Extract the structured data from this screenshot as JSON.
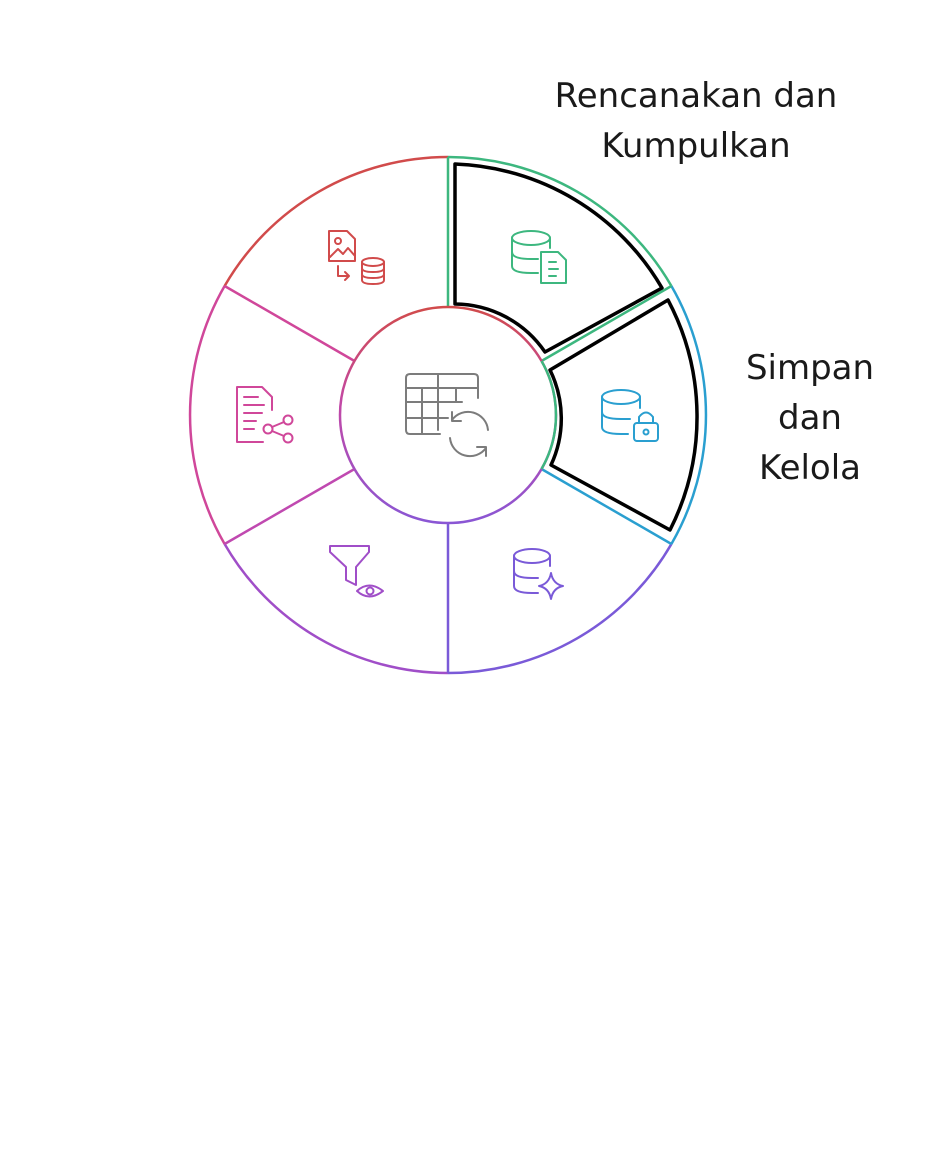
{
  "labels": {
    "plan_collect": [
      "Rencanakan dan",
      "Kumpulkan"
    ],
    "store_manage": [
      "Simpan",
      "dan",
      "Kelola"
    ]
  },
  "segments": [
    {
      "id": "plan-collect",
      "color": "#3db77f",
      "icon": "database-document-icon",
      "highlighted": true
    },
    {
      "id": "store-manage",
      "color": "#2a9fd0",
      "icon": "database-lock-icon",
      "highlighted": true
    },
    {
      "id": "enhance",
      "color": "#7a5ad8",
      "icon": "database-sparkle-icon",
      "highlighted": false
    },
    {
      "id": "filter-view",
      "color": "#a04ec8",
      "icon": "funnel-eye-icon",
      "highlighted": false
    },
    {
      "id": "share",
      "color": "#d0479a",
      "icon": "document-share-icon",
      "highlighted": false
    },
    {
      "id": "transfer",
      "color": "#d14b4b",
      "icon": "image-to-database-icon",
      "highlighted": false
    }
  ],
  "center": {
    "icon": "table-sync-icon",
    "color": "#7c7c7c"
  }
}
